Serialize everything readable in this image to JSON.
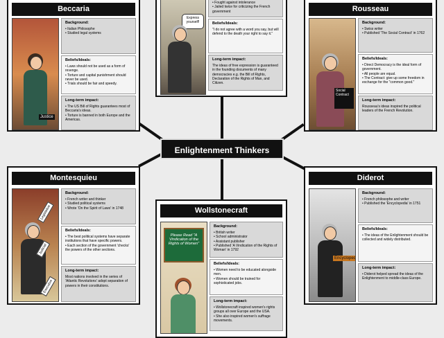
{
  "center_title": "Enlightenment Thinkers",
  "beccaria": {
    "name": "Beccaria",
    "bg_title": "Background:",
    "bg": [
      "• Italian Philosophe",
      "• Studied legal systems"
    ],
    "beliefs_title": "Beliefs/Ideals:",
    "beliefs": [
      "• Laws should not be used as a form of revenge.",
      "• Torture and capital punishment should never be used.",
      "• Trials should be fair and speedy."
    ],
    "impact_title": "Long-term impact:",
    "impact": [
      "• The US Bill of Rights guarantees most of Beccaria's ideas.",
      "• Torture is banned in both Europe and the Americas."
    ],
    "scroll_label": "Justice"
  },
  "voltaire": {
    "bg": [
      "• Fought against intolerance",
      "• Jailed twice for criticizing the French government"
    ],
    "bubble": "Express yourself!",
    "beliefs_title": "Beliefs/Ideals:",
    "beliefs": "\"I do not agree with a word you say, but will defend to the death your right to say it.\"",
    "impact_title": "Long-term impact:",
    "impact": "The ideas of free expression is guaranteed in the founding documents of many democracies e.g. the Bill of Rights, Declaration of the Rights of Man, and Citizen."
  },
  "rousseau": {
    "name": "Rousseau",
    "bg_title": "Background:",
    "bg": [
      "• Swiss writer",
      "• Published 'The Social Contract' in 1762"
    ],
    "beliefs_title": "Beliefs/Ideals:",
    "beliefs": [
      "• Direct Democracy is the ideal form of government.",
      "• All people are equal.",
      "• The Contract: give up some freedom in exchange for the \"common good.\""
    ],
    "impact_title": "Long-term impact:",
    "impact": "Rousseau's ideas inspired the political leaders of the French Revolution.",
    "book_label": "Social Contract"
  },
  "montesquieu": {
    "name": "Montesquieu",
    "bg_title": "Background:",
    "bg": [
      "• French writer and thinker",
      "• Studied political systems",
      "• Wrote 'On the Spirit of Laws' in 1748"
    ],
    "beliefs_title": "Beliefs/Ideals:",
    "beliefs": [
      "• The best political systems have separate institutions that have specific powers.",
      "• Each section of the government 'checks' the powers of the other sections."
    ],
    "impact_title": "Long-term impact:",
    "impact": "Most nations involved in the series of 'Atlantic Revolutions' adopt separation of powers in their constitutions.",
    "branch_labels": [
      "Legislative",
      "Judicial",
      "Executive"
    ]
  },
  "wollstonecraft": {
    "name": "Wollstonecraft",
    "chalk": "Please Read \"A Vindication of the Rights of Women\"",
    "bg_title": "Background:",
    "bg": [
      "• British writer",
      "• School administrator",
      "• Assistant publisher",
      "• Published 'A Vindication of the Rights of Woman' in 1792"
    ],
    "beliefs_title": "Beliefs/Ideals:",
    "beliefs": [
      "• Women need to be educated alongside men.",
      "• Women should be trained for sophisticated jobs."
    ],
    "impact_title": "Long-term impact:",
    "impact": [
      "• Wollstonecraft inspired women's rights groups all over Europe and the USA.",
      "• She also inspired women's suffrage movements."
    ]
  },
  "diderot": {
    "name": "Diderot",
    "bg_title": "Background:",
    "bg": [
      "• French philosophe and writer",
      "• Published the 'Encyclopedia' in 1751"
    ],
    "beliefs_title": "Beliefs/Ideals:",
    "beliefs": [
      "• The ideas of the Enlightenment should be collected and widely distributed."
    ],
    "impact_title": "Long-term impact:",
    "impact": "• Diderot helped spread the ideas of the Enlightenment to middle-class Europe.",
    "book_label": "Encyclopedia"
  }
}
